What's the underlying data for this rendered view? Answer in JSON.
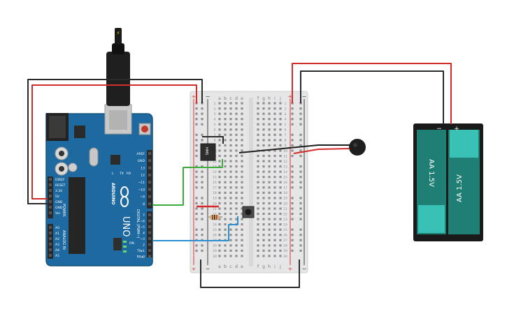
{
  "canvas": {
    "background": "#ffffff"
  },
  "colors": {
    "board": "#1e6aa0",
    "board_edge": "#15527e",
    "breadboard": "#e7e7e7",
    "rail_red": "#d43b3b",
    "rail_black": "#3d3d3d",
    "wire_red": "#d42b2b",
    "wire_black": "#2a2a2a",
    "wire_green": "#3cad3c",
    "wire_blue": "#2d8fcf",
    "battery_cell": "#1f7f74",
    "battery_cap": "#39c1b6",
    "battery_holder": "#1a1a1a"
  },
  "arduino": {
    "brand": "ARDUINO",
    "model": "UNO",
    "logo": "infinity-logo",
    "label_power": "POWER",
    "label_analog": "ANALOG IN",
    "label_digital": "DIGITAL (PWM~)",
    "label_tx": "TX",
    "label_rx": "RX",
    "label_l": "L",
    "label_on": "ON",
    "power_pins": [
      "IOREF",
      "RESET",
      "3.3V",
      "5V",
      "GND",
      "GND",
      "Vin"
    ],
    "analog_pins": [
      "A0",
      "A1",
      "A2",
      "A3",
      "A4",
      "A5"
    ],
    "digital_top": [
      "AREF",
      "GND",
      "13",
      "12",
      "~11",
      "~10",
      "~9",
      "8"
    ],
    "digital_bottom": [
      "7",
      "~6",
      "~5",
      "4",
      "~3",
      "2",
      "TX▸1",
      "RX◂0"
    ]
  },
  "breadboard": {
    "column_letters_left": [
      "a",
      "b",
      "c",
      "d",
      "e"
    ],
    "column_letters_right": [
      "f",
      "g",
      "h",
      "i",
      "j"
    ],
    "row_numbers": [
      "1",
      "2",
      "3",
      "4",
      "5",
      "6",
      "7",
      "8",
      "9",
      "10",
      "11",
      "12",
      "13",
      "14",
      "15",
      "16",
      "17",
      "18",
      "19",
      "20",
      "21",
      "22",
      "23",
      "24",
      "25",
      "26",
      "27",
      "28",
      "29",
      "30"
    ],
    "plus": "+",
    "minus": "−"
  },
  "components": {
    "sensor_chip_label": "HMS",
    "battery_cell_label": "AA 1.5V",
    "battery_plus": "+",
    "battery_minus": "−"
  }
}
